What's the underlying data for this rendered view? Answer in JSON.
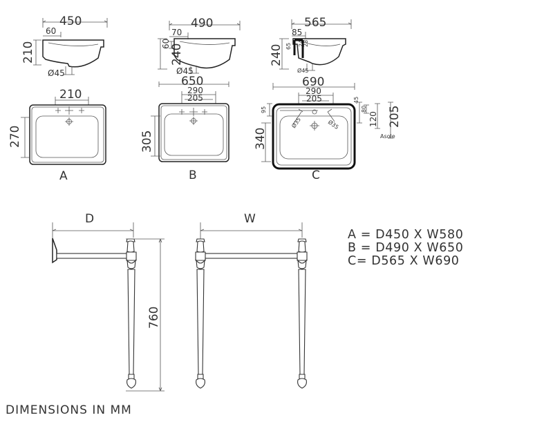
{
  "basins": [
    {
      "letter": "A",
      "side": {
        "width": "450",
        "depth_top": "60",
        "height": "210",
        "waste": "Ø45"
      },
      "plan": {
        "tap_spacing": "210",
        "depth": "270"
      }
    },
    {
      "letter": "B",
      "side": {
        "width": "490",
        "depth_top": "70",
        "height": "240",
        "inner": "60",
        "waste": "Ø45"
      },
      "plan": {
        "overall": "650",
        "outer_tap": "290",
        "inner_tap": "205",
        "depth": "305"
      }
    },
    {
      "letter": "C",
      "side": {
        "width": "565",
        "depth_top": "85",
        "height": "240",
        "d1": "65",
        "d2": "24",
        "d3": "28",
        "waste": "Ø45"
      },
      "plan": {
        "overall": "690",
        "outer_tap": "290",
        "inner_tap": "205",
        "depth": "340",
        "depth_total": "205",
        "d120": "120",
        "d80": "80",
        "d95": "95",
        "d45": "45",
        "hole_left": "Ø35",
        "hole_right": "Ø35",
        "note": "Asole"
      }
    }
  ],
  "stand": {
    "depth_label": "D",
    "width_label": "W",
    "height": "760"
  },
  "sizes": [
    "A = D450 X W580",
    "B = D490 X W650",
    "C= D565 X W690"
  ],
  "units": "DIMENSIONS IN MM"
}
